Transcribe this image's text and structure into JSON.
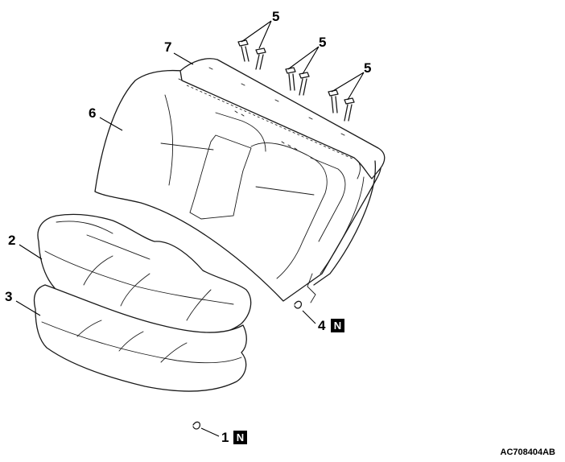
{
  "callouts": {
    "c1": "1",
    "c2": "2",
    "c3": "3",
    "c4": "4",
    "c5a": "5",
    "c5b": "5",
    "c5c": "5",
    "c6": "6",
    "c7": "7",
    "n1": "N",
    "n4": "N"
  },
  "drawing_code": "AC708404AB"
}
